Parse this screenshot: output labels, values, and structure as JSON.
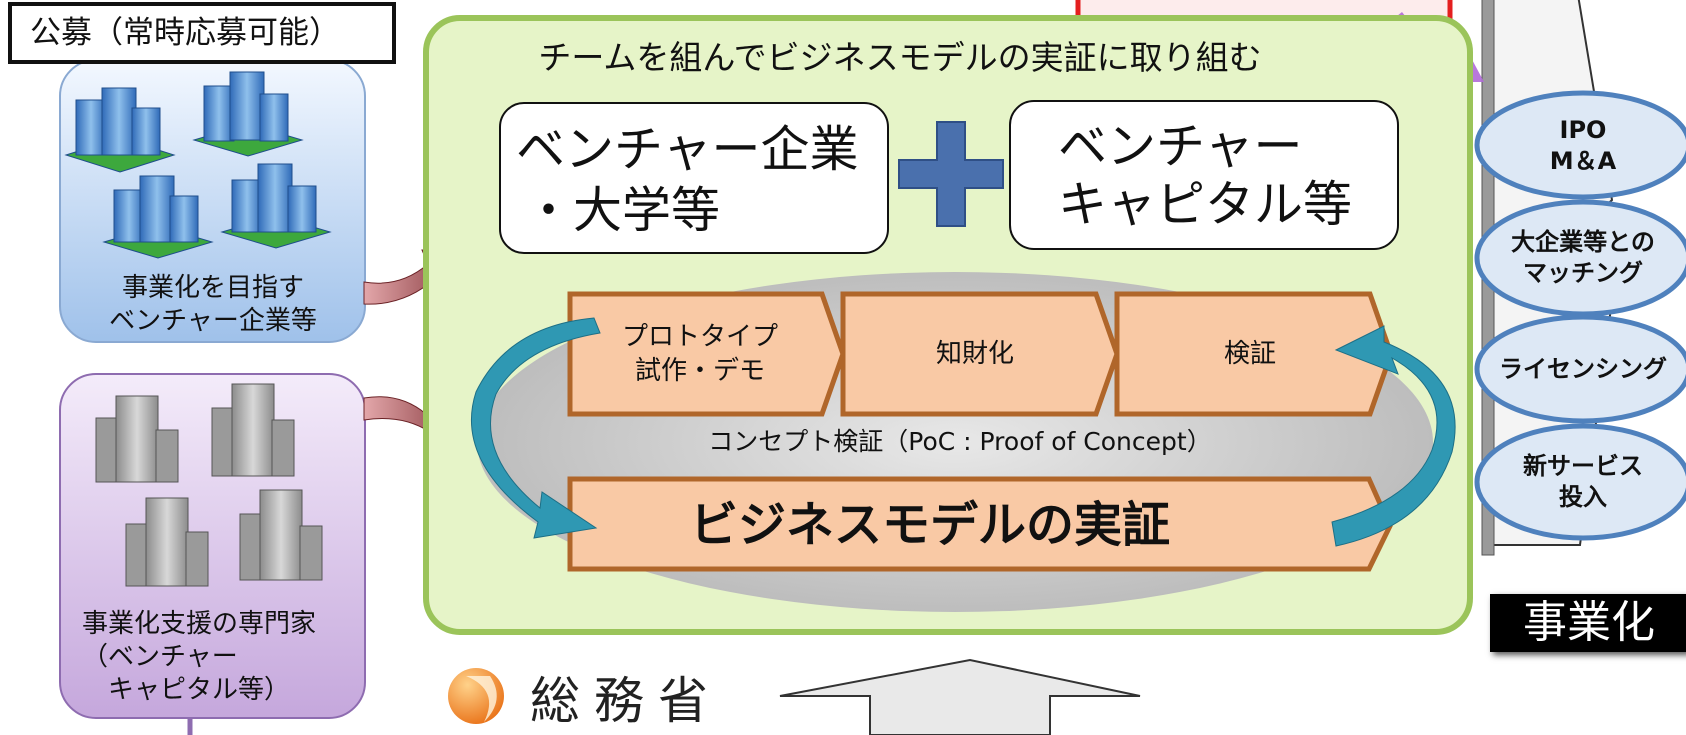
{
  "left": {
    "title": "公募（常時応募可能）",
    "panel1_caption": "事業化を目指す\nベンチャー企業等",
    "panel2_caption": "事業化支援の専門家\n（ベンチャー\n　キャピタル等）"
  },
  "center": {
    "title": "チームを組んでビジネスモデルの実証に取り組む",
    "box1": [
      "ベンチャー企業",
      "・大学等"
    ],
    "box2": [
      "ベンチャー",
      "キャピタル等"
    ],
    "steps": [
      "プロトタイプ\n試作・デモ",
      "知財化",
      "検証"
    ],
    "poc_label": "コンセプト検証（PoC : Proof of Concept）",
    "business_model": "ビジネスモデルの実証"
  },
  "right": {
    "outcomes": [
      "IPO\nM＆A",
      "大企業等との\nマッチング",
      "ライセンシング",
      "新サービス\n投入"
    ],
    "commercialization": "事業化"
  },
  "bottom": {
    "ministry": "総務省"
  },
  "colors": {
    "main_panel": "#e6f4c8",
    "main_panel_border": "#9bc45a",
    "step_fill": "#f9c9a5",
    "step_border": "#b0662a",
    "oval_fill": "#dde8f5",
    "oval_border": "#4f81bd",
    "plus": "#4a70ad",
    "teal_arrow": "#2f98b3",
    "red_arrow": "#8f3a3f",
    "violet_arrow": "#b06ad8",
    "top_red_frame": "#e41f1f",
    "logo_orange": "#f08a23"
  }
}
